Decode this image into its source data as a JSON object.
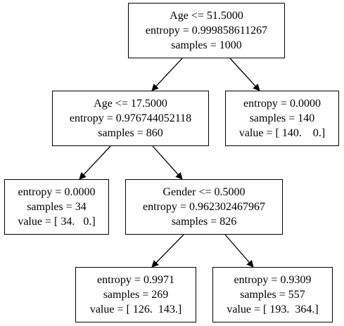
{
  "nodes": [
    {
      "id": "node-0",
      "lines": [
        "Age <= 51.5000",
        "entropy = 0.999858611267",
        "samples = 1000"
      ]
    },
    {
      "id": "node-1",
      "lines": [
        "Age <= 17.5000",
        "entropy = 0.976744052118",
        "samples = 860"
      ]
    },
    {
      "id": "node-2",
      "lines": [
        "entropy = 0.0000",
        "samples = 140",
        "value = [ 140.    0.]"
      ]
    },
    {
      "id": "node-3",
      "lines": [
        "entropy = 0.0000",
        "samples = 34",
        "value = [ 34.   0.]"
      ]
    },
    {
      "id": "node-4",
      "lines": [
        "Gender <= 0.5000",
        "entropy = 0.962302467967",
        "samples = 826"
      ]
    },
    {
      "id": "node-5",
      "lines": [
        "entropy = 0.9971",
        "samples = 269",
        "value = [ 126.  143.]"
      ]
    },
    {
      "id": "node-6",
      "lines": [
        "entropy = 0.9309",
        "samples = 557",
        "value = [ 193.  364.]"
      ]
    }
  ],
  "edges": [
    {
      "from": "node-0",
      "to": "node-1"
    },
    {
      "from": "node-0",
      "to": "node-2"
    },
    {
      "from": "node-1",
      "to": "node-3"
    },
    {
      "from": "node-1",
      "to": "node-4"
    },
    {
      "from": "node-4",
      "to": "node-5"
    },
    {
      "from": "node-4",
      "to": "node-6"
    }
  ]
}
